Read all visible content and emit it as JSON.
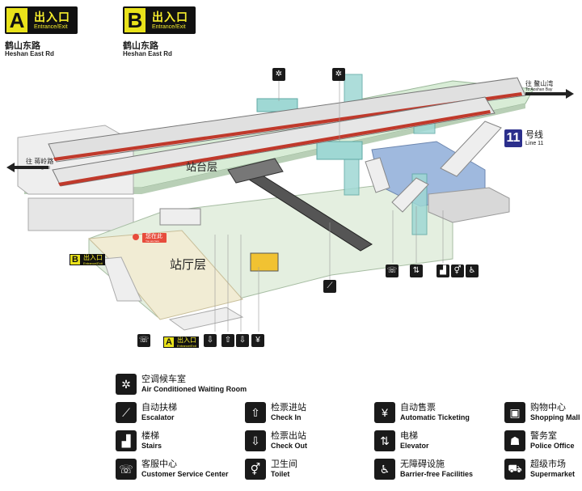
{
  "entrances": [
    {
      "letter": "A",
      "label_cn": "出入口",
      "label_en": "Entrance/Exit",
      "road_cn": "鹤山东路",
      "road_en": "Heshan East Rd"
    },
    {
      "letter": "B",
      "label_cn": "出入口",
      "label_en": "Entrance/Exit",
      "road_cn": "鹤山东路",
      "road_en": "Heshan East Rd"
    }
  ],
  "line": {
    "number": "11",
    "label_cn": "号线",
    "label_en": "Line 11"
  },
  "floors": {
    "platform": "站台层",
    "concourse": "站厅层"
  },
  "directions": {
    "left_cn": "往 蒋岭路",
    "left_en": "To Wuling Rd",
    "right_cn": "往 鳌山湾",
    "right_en": "To Aoshan Bay"
  },
  "map_entrances": {
    "b_letter": "B",
    "b_cn": "出入口",
    "b_en": "Entrance/Exit",
    "a_letter": "A",
    "a_cn": "出入口",
    "a_en": "Entrance/Exit"
  },
  "you_are_here": {
    "cn": "您在此",
    "en": "You are here"
  },
  "colors": {
    "platform": "#d8ecd6",
    "concourse": "#f1ecd4",
    "glass": "#9fd8d4",
    "train_red": "#c0392b",
    "icon_bg": "#1a1a1a",
    "line11": "#2b2f8c",
    "entrance_yellow": "#e9e21a"
  },
  "legend": [
    {
      "icon": "air-conditioning-icon",
      "glyph": "✲",
      "cn": "空调候车室",
      "en": "Air Conditioned Waiting Room"
    },
    {
      "icon": "escalator-icon",
      "glyph": "⟋",
      "cn": "自动扶梯",
      "en": "Escalator"
    },
    {
      "icon": "stairs-icon",
      "glyph": "▟",
      "cn": "楼梯",
      "en": "Stairs"
    },
    {
      "icon": "customer-service-icon",
      "glyph": "☏",
      "cn": "客服中心",
      "en": "Customer Service Center"
    },
    {
      "icon": "check-in-icon",
      "glyph": "⇧",
      "cn": "检票进站",
      "en": "Check In"
    },
    {
      "icon": "check-out-icon",
      "glyph": "⇩",
      "cn": "检票出站",
      "en": "Check Out"
    },
    {
      "icon": "toilet-icon",
      "glyph": "⚥",
      "cn": "卫生间",
      "en": "Toilet"
    },
    {
      "icon": "ticket-machine-icon",
      "glyph": "¥",
      "cn": "自动售票",
      "en": "Automatic Ticketing"
    },
    {
      "icon": "elevator-icon",
      "glyph": "⇅",
      "cn": "电梯",
      "en": "Elevator"
    },
    {
      "icon": "wheelchair-icon",
      "glyph": "♿",
      "cn": "无障碍设施",
      "en": "Barrier-free Facilities"
    },
    {
      "icon": "shopping-mall-icon",
      "glyph": "▣",
      "cn": "购物中心",
      "en": "Shopping Mall"
    },
    {
      "icon": "police-office-icon",
      "glyph": "☗",
      "cn": "警务室",
      "en": "Police Office"
    },
    {
      "icon": "supermarket-icon",
      "glyph": "⛟",
      "cn": "超级市场",
      "en": "Supermarket"
    }
  ]
}
